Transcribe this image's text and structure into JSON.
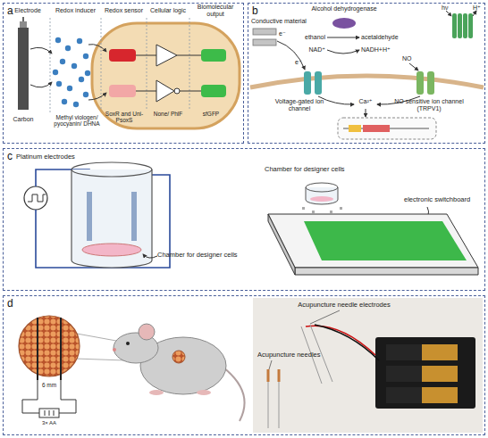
{
  "diagram": {
    "nodes": [
      {
        "text": [
          "a"
        ]
      },
      {
        "text": [
          "b"
        ]
      },
      {
        "text": [
          "c"
        ]
      },
      {
        "text": [
          "d"
        ]
      }
    ],
    "labels": [
      "Electrode",
      "Redox inducer",
      "Redox sensor",
      "Cellular logic",
      "Biomolecular output",
      "Carbon",
      "Methyl viologen/ pyocyanin/ DHNA",
      "SoxR and Uni-PsoxS",
      "None/ PhlF",
      "sfGFP",
      "Conductive material",
      "e⁻",
      "Alcohol dehydrogenase",
      "ethanol",
      "acetaldehyde",
      "NAD⁺",
      "NADH+H⁺",
      "hν",
      "H⁺",
      "e⁻",
      "NO",
      "Voltage-gated ion channel",
      "NO sensitive ion channel (TRPV1)",
      "Ca²⁺",
      "Platinum electrodes",
      "Chamber for designer cells",
      "Chamber for designer cells",
      "electronic switchboard",
      "6 mm",
      "3× AA",
      "Acupuncture needle electrodes",
      "Acupuncture needles"
    ]
  }
}
